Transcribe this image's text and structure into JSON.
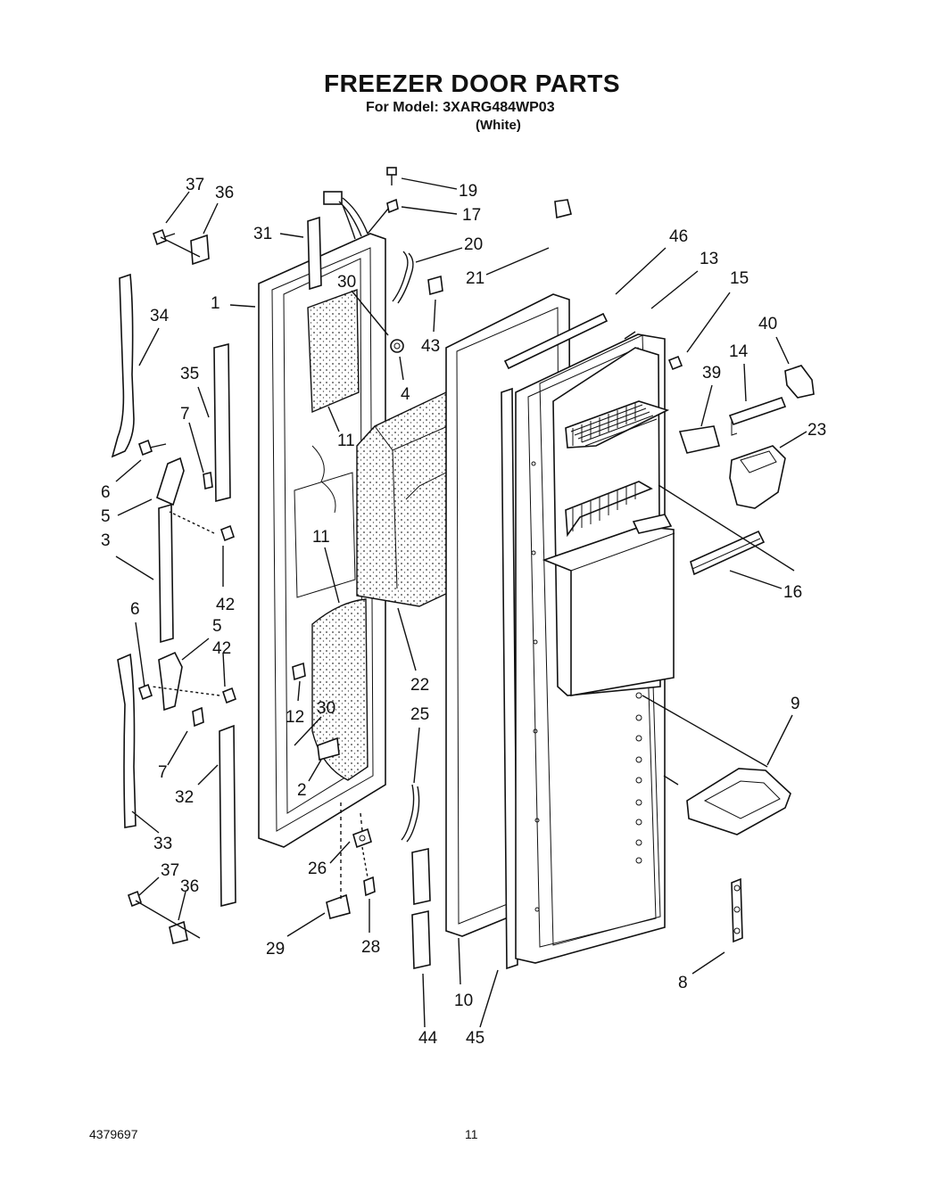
{
  "header": {
    "title": "FREEZER DOOR PARTS",
    "model": "For Model: 3XARG484WP03",
    "color": "(White)"
  },
  "footer": {
    "doc_number": "4379697",
    "page_number": "11"
  },
  "callouts": [
    "37",
    "36",
    "31",
    "19",
    "17",
    "20",
    "21",
    "46",
    "13",
    "15",
    "1",
    "30",
    "43",
    "4",
    "34",
    "35",
    "40",
    "14",
    "39",
    "23",
    "7",
    "11",
    "6",
    "5",
    "3",
    "42",
    "11",
    "16",
    "22",
    "6",
    "5",
    "42",
    "9",
    "12",
    "30",
    "25",
    "2",
    "32",
    "7",
    "33",
    "26",
    "37",
    "36",
    "29",
    "28",
    "8",
    "10",
    "44",
    "45"
  ]
}
